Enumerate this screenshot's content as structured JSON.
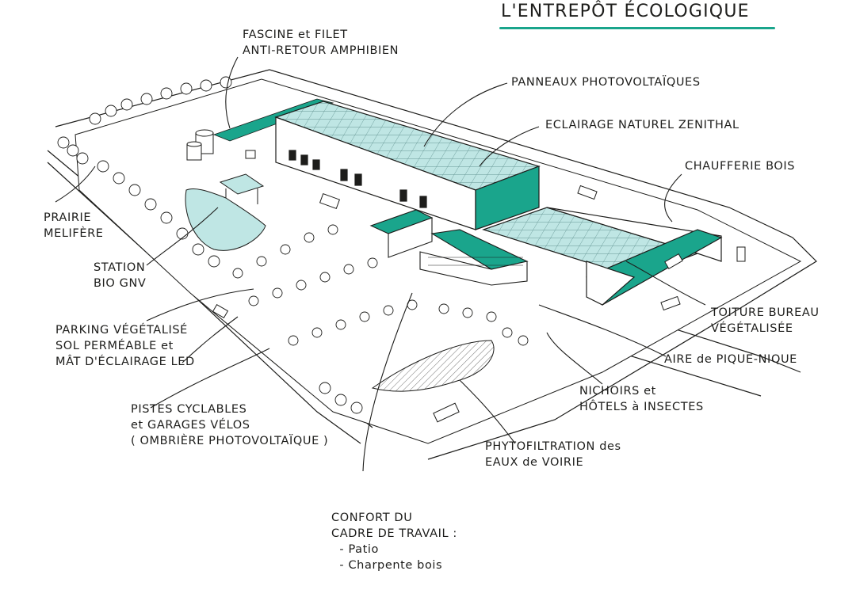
{
  "title": "L'ENTREPÔT ÉCOLOGIQUE",
  "colors": {
    "accent": "#1aa58c",
    "water": "#bfe6e4",
    "ink": "#1d1d1b"
  },
  "labels": {
    "fascine": [
      "FASCINE et FILET",
      "ANTI-RETOUR AMPHIBIEN"
    ],
    "panneaux": [
      "PANNEAUX PHOTOVOLTAÏQUES"
    ],
    "eclairage": [
      "ECLAIRAGE NATUREL ZENITHAL"
    ],
    "chaufferie": [
      "CHAUFFERIE BOIS"
    ],
    "prairie": [
      "PRAIRIE",
      "MELIFÈRE"
    ],
    "station": [
      "STATION",
      "BIO GNV"
    ],
    "parking": [
      "PARKING VÉGÉTALISÉ",
      "SOL PERMÉABLE et",
      "MÂT D'ÉCLAIRAGE LED"
    ],
    "toiture": [
      "TOITURE BUREAU",
      "VÉGÉTALISÉE"
    ],
    "pique_nique": [
      "AIRE de PIQUE-NIQUE"
    ],
    "nichoirs": [
      "NICHOIRS et",
      "HÔTELS à INSECTES"
    ],
    "pistes": [
      "PISTES CYCLABLES",
      "et GARAGES VÉLOS",
      "( OMBRIÈRE PHOTOVOLTAÏQUE )"
    ],
    "phyto": [
      "PHYTOFILTRATION des",
      "EAUX de VOIRIE"
    ],
    "confort": [
      "CONFORT DU",
      "CADRE DE TRAVAIL :",
      "  - Patio",
      "  - Charpente bois"
    ]
  }
}
